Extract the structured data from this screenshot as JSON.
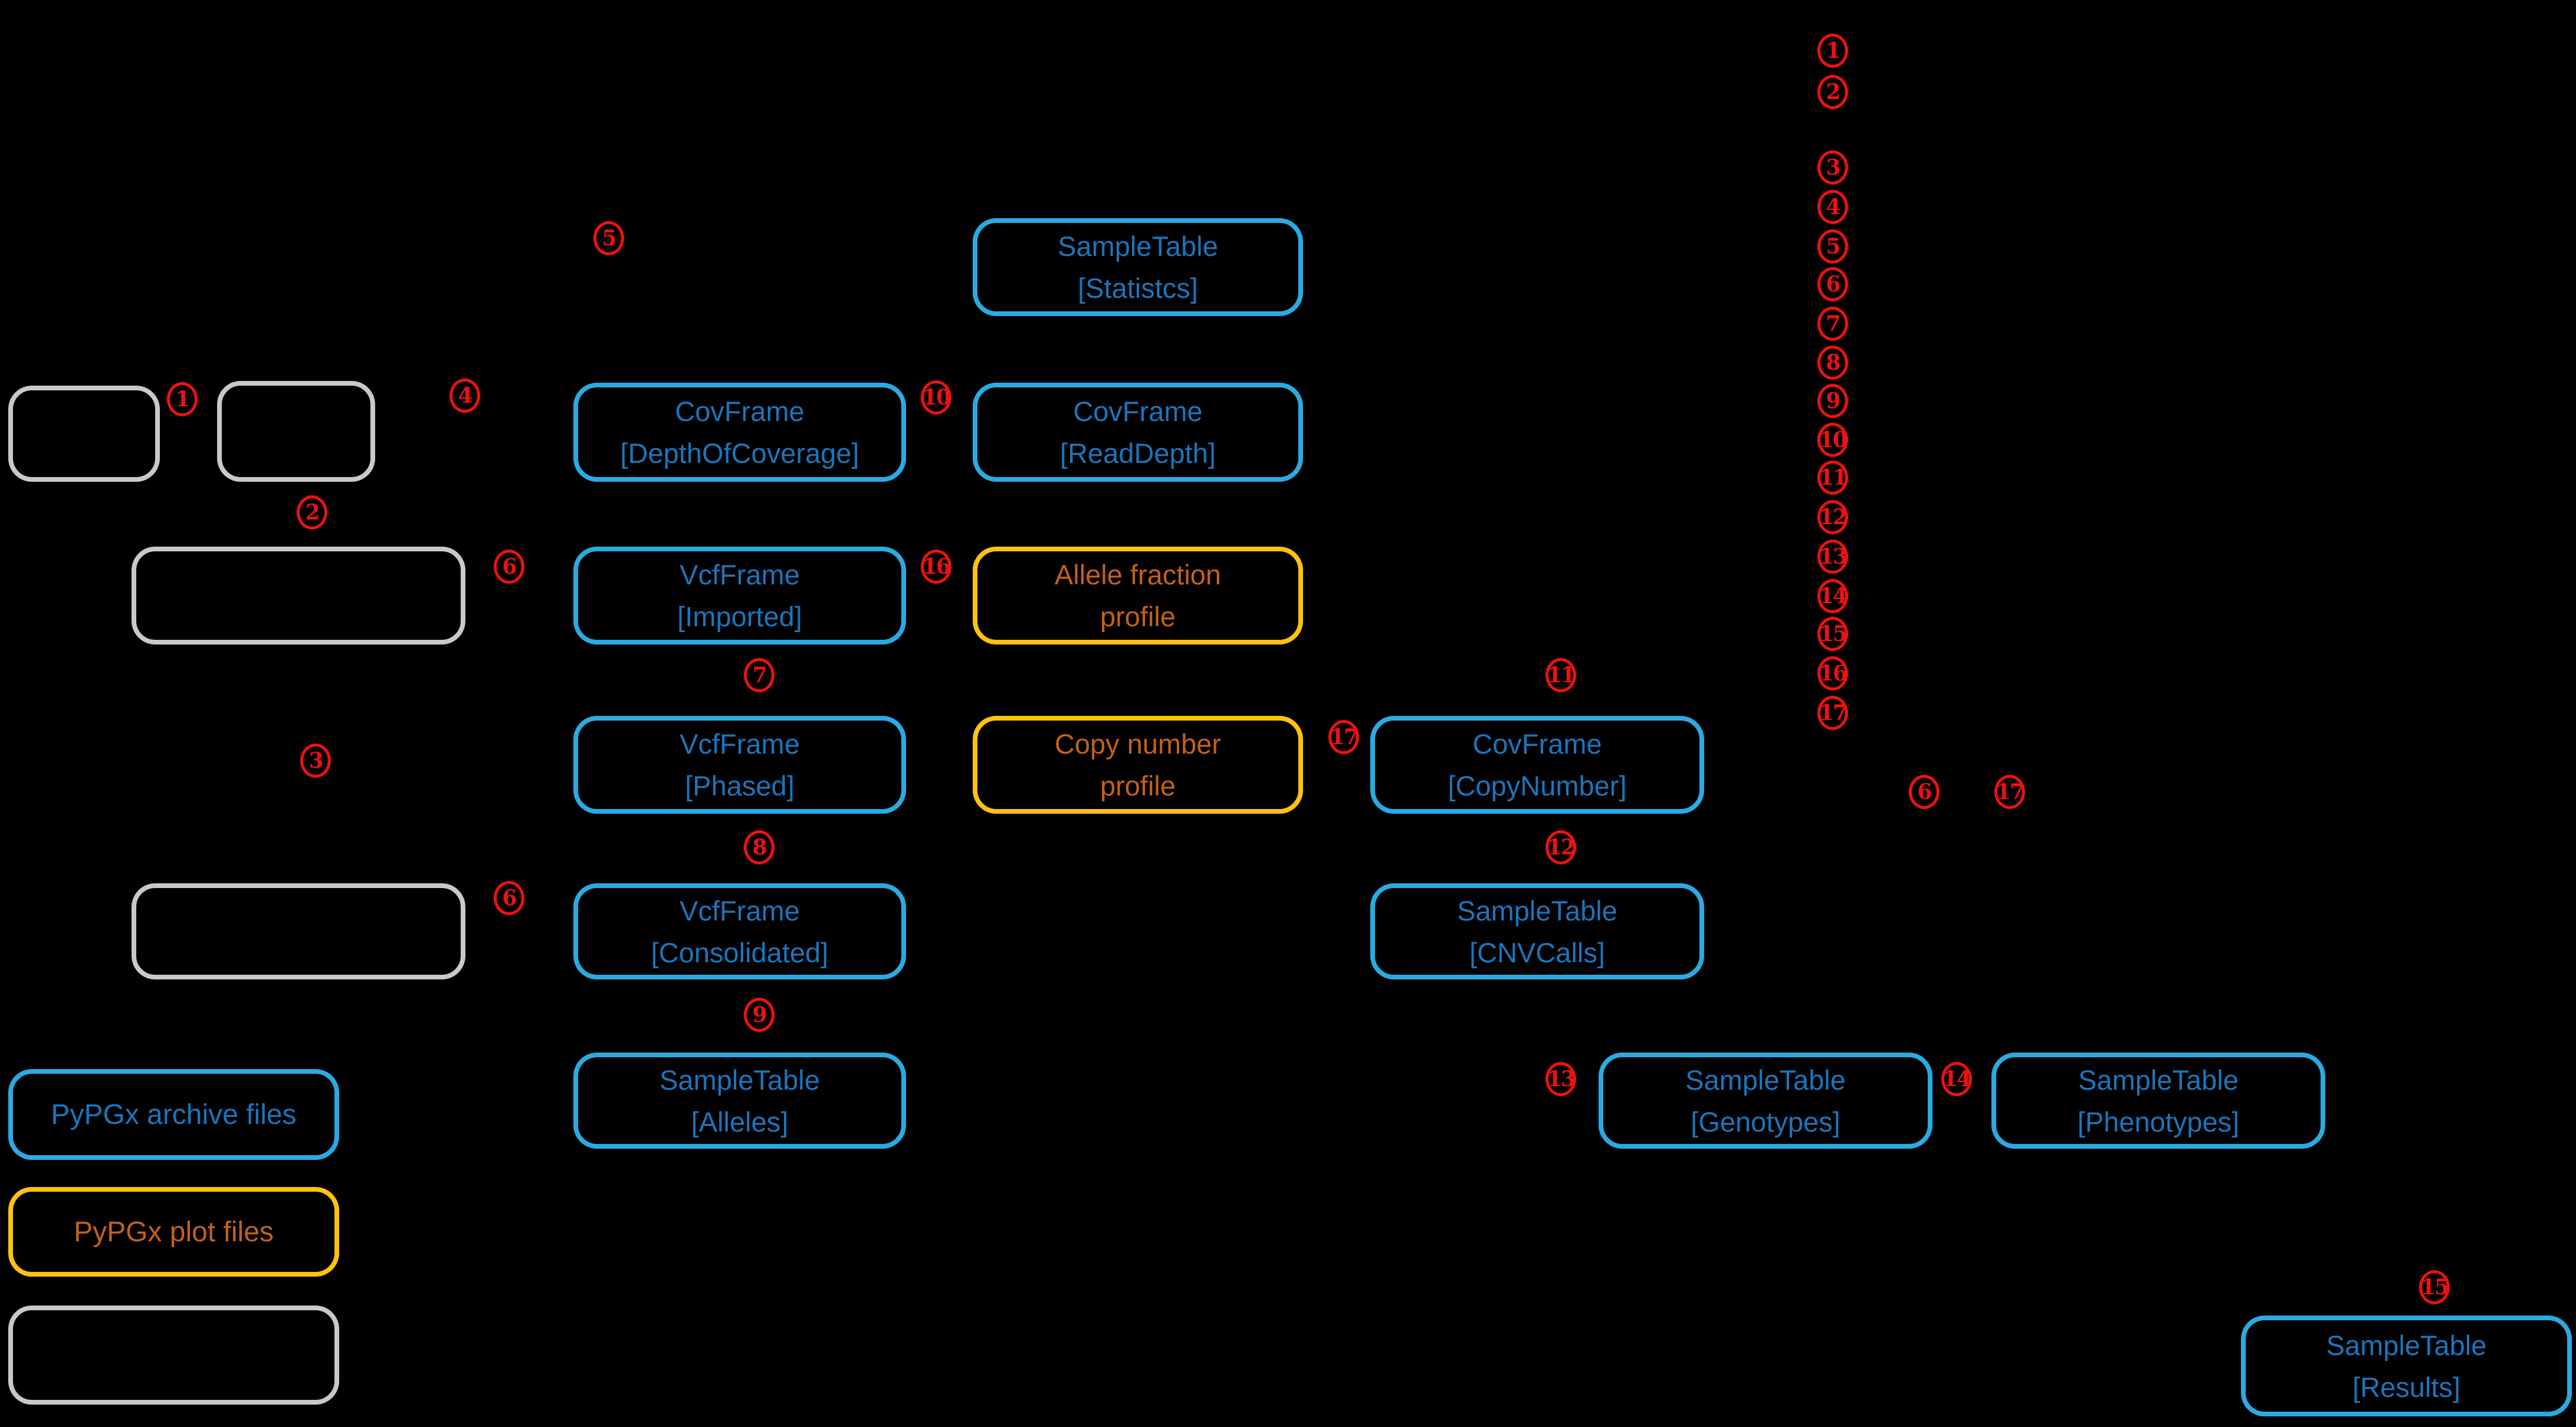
{
  "colors": {
    "background": "#000000",
    "blue_border": "#29ABE2",
    "blue_text": "#1B75BC",
    "yellow_border": "#FFC20E",
    "orange_text": "#C2611B",
    "gray_border": "#C9C9C9",
    "red": "#EE1111"
  },
  "nodes": {
    "statistics": {
      "line1": "SampleTable",
      "line2": "[Statistcs]"
    },
    "depth_of_coverage": {
      "line1": "CovFrame",
      "line2": "[DepthOfCoverage]"
    },
    "read_depth": {
      "line1": "CovFrame",
      "line2": "[ReadDepth]"
    },
    "imported": {
      "line1": "VcfFrame",
      "line2": "[Imported]"
    },
    "allele_fraction": {
      "line1": "Allele fraction",
      "line2": "profile"
    },
    "phased": {
      "line1": "VcfFrame",
      "line2": "[Phased]"
    },
    "copy_number_profile": {
      "line1": "Copy number",
      "line2": "profile"
    },
    "copy_number": {
      "line1": "CovFrame",
      "line2": "[CopyNumber]"
    },
    "consolidated": {
      "line1": "VcfFrame",
      "line2": "[Consolidated]"
    },
    "cnv_calls": {
      "line1": "SampleTable",
      "line2": "[CNVCalls]"
    },
    "alleles": {
      "line1": "SampleTable",
      "line2": "[Alleles]"
    },
    "genotypes": {
      "line1": "SampleTable",
      "line2": "[Genotypes]"
    },
    "phenotypes": {
      "line1": "SampleTable",
      "line2": "[Phenotypes]"
    },
    "results": {
      "line1": "SampleTable",
      "line2": "[Results]"
    }
  },
  "legend": {
    "archive": "PyPGx archive files",
    "plot": "PyPGx plot files"
  },
  "step_badges": {
    "n1": "1",
    "n2": "2",
    "n3": "3",
    "n4": "4",
    "n5": "5",
    "n6": "6",
    "n7": "7",
    "n8": "8",
    "n9": "9",
    "n10": "10",
    "n11": "11",
    "n12": "12",
    "n13": "13",
    "n14": "14",
    "n15": "15",
    "n16": "16",
    "n17": "17"
  }
}
